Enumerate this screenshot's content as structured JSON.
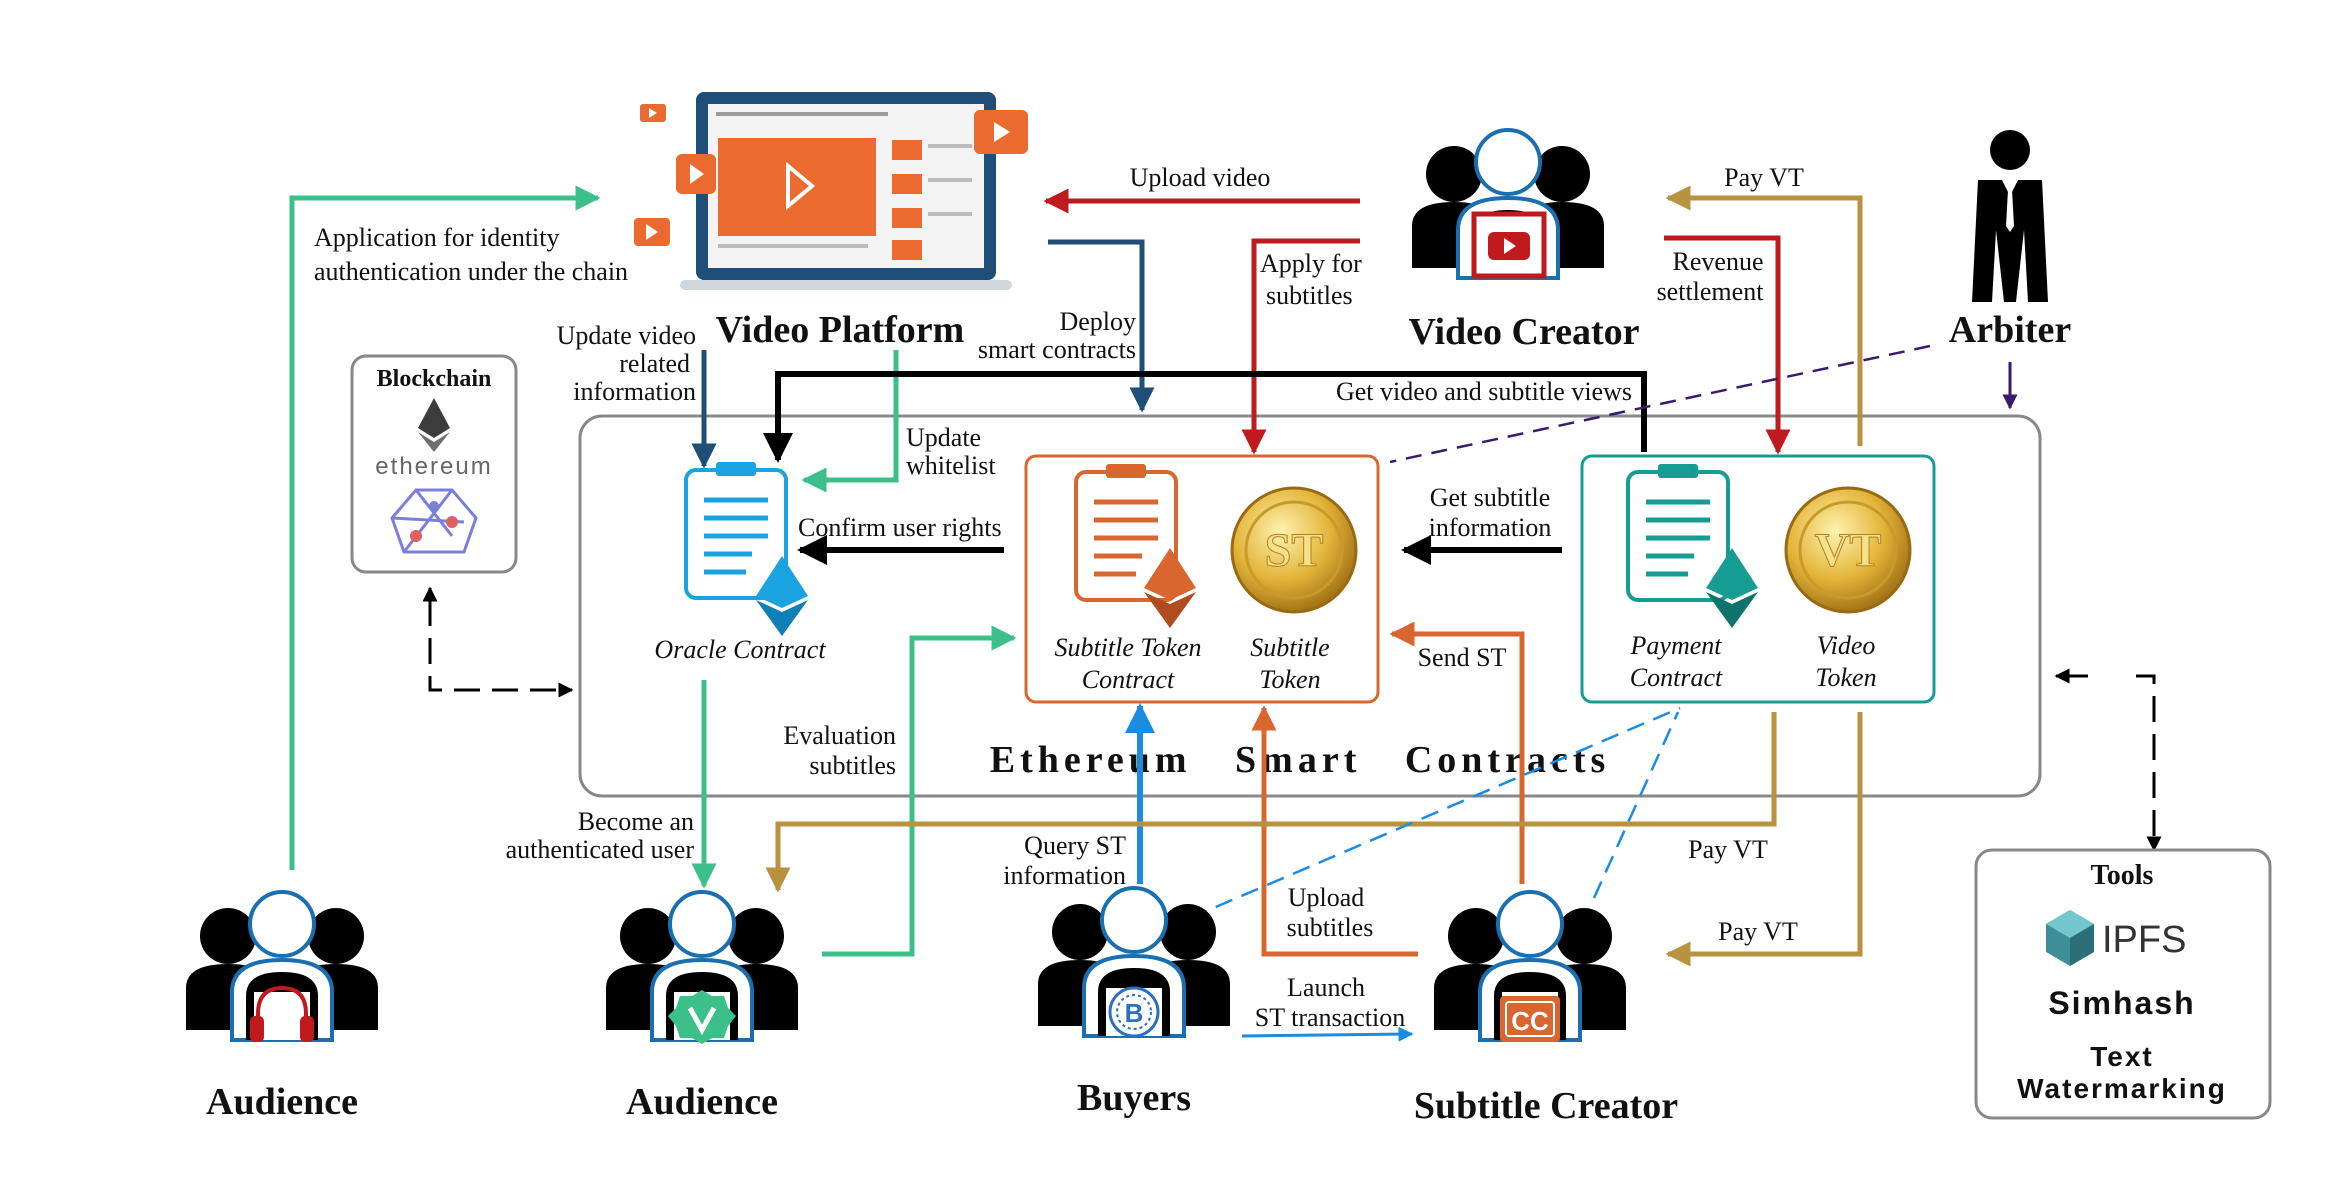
{
  "colors": {
    "green": "#3cc08a",
    "navy": "#1f4e79",
    "black": "#000000",
    "red": "#c0191e",
    "gold": "#b8923e",
    "orange": "#d9652f",
    "blue": "#1a8de0",
    "purple": "#3a1a6e",
    "teal": "#169d93",
    "contractBlue": "#1aa3e0"
  },
  "icons": [
    "laptop-video-icon",
    "ethereum-logo-icon",
    "network-hexagon-icon",
    "ipfs-cube-icon",
    "headphones-icon",
    "verified-badge-icon",
    "bitcoin-icon",
    "youtube-icon",
    "cc-icon",
    "arbiter-person-icon",
    "clipboard-icon",
    "ether-diamond-icon",
    "gold-coin-icon"
  ],
  "nodes": {
    "video_platform": "Video Platform",
    "video_creator": "Video Creator",
    "arbiter": "Arbiter",
    "audience_left": "Audience",
    "audience_mid": "Audience",
    "buyers": "Buyers",
    "subtitle_creator": "Subtitle Creator"
  },
  "blockchain_box": {
    "title": "Blockchain",
    "ethereum_text": "ethereum"
  },
  "tools_box": {
    "title": "Tools",
    "ipfs": "IPFS",
    "simhash": "Simhash",
    "watermark_line1": "Text",
    "watermark_line2": "Watermarking"
  },
  "main_box": {
    "title": "Ethereum   Smart   Contracts"
  },
  "contracts": {
    "oracle": "Oracle Contract",
    "subtitle_token_contract_1": "Subtitle Token",
    "subtitle_token_contract_2": "Contract",
    "subtitle_token_1": "Subtitle",
    "subtitle_token_2": "Token",
    "payment_contract_1": "Payment",
    "payment_contract_2": "Contract",
    "video_token_1": "Video",
    "video_token_2": "Token",
    "coin_st": "ST",
    "coin_vt": "VT"
  },
  "edge_labels": {
    "upload_video": "Upload video",
    "pay_vt_top": "Pay VT",
    "app_identity_1": "Application for identity",
    "app_identity_2": "authentication under the chain",
    "apply_subtitles_1": "Apply for",
    "apply_subtitles_2": "subtitles",
    "revenue_1": "Revenue",
    "revenue_2": "settlement",
    "update_video_1": "Update video",
    "update_video_2": "related",
    "update_video_3": "information",
    "deploy_1": "Deploy",
    "deploy_2": "smart contracts",
    "get_views": "Get video and subtitle views",
    "update_whitelist_1": "Update",
    "update_whitelist_2": "whitelist",
    "confirm_rights": "Confirm user rights",
    "get_subtitle_info_1": "Get subtitle",
    "get_subtitle_info_2": "information",
    "send_st": "Send ST",
    "evaluation_1": "Evaluation",
    "evaluation_2": "subtitles",
    "become_auth_1": "Become an",
    "become_auth_2": "authenticated user",
    "query_st_1": "Query ST",
    "query_st_2": "information",
    "pay_vt_mid": "Pay VT",
    "upload_subtitles_1": "Upload",
    "upload_subtitles_2": "subtitles",
    "pay_vt_bottom": "Pay VT",
    "launch_1": "Launch",
    "launch_2": "ST transaction"
  }
}
